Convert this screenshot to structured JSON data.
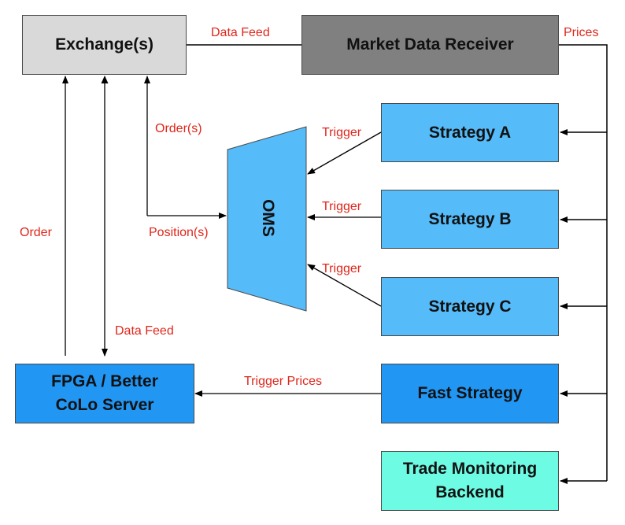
{
  "nodes": {
    "exchanges": "Exchange(s)",
    "market_data_receiver": "Market Data Receiver",
    "strategy_a": "Strategy A",
    "strategy_b": "Strategy B",
    "strategy_c": "Strategy C",
    "fast_strategy": "Fast Strategy",
    "fpga_line1": "FPGA / Better",
    "fpga_line2": "CoLo Server",
    "trade_monitoring_line1": "Trade Monitoring",
    "trade_monitoring_line2": "Backend",
    "oms": "OMS"
  },
  "edges": {
    "data_feed_top": "Data Feed",
    "prices": "Prices",
    "orders": "Order(s)",
    "positions": "Position(s)",
    "order": "Order",
    "data_feed_left": "Data Feed",
    "trigger_a": "Trigger",
    "trigger_b": "Trigger",
    "trigger_c": "Trigger",
    "trigger_prices": "Trigger Prices"
  },
  "colors": {
    "exchange_fill": "#d9d9d9",
    "market_data_fill": "#808080",
    "strategy_fill": "#55bbf9",
    "fast_strategy_fill": "#2196f3",
    "fpga_fill": "#2196f3",
    "trade_monitoring_fill": "#6efbe4",
    "label_red": "#e0261b"
  }
}
